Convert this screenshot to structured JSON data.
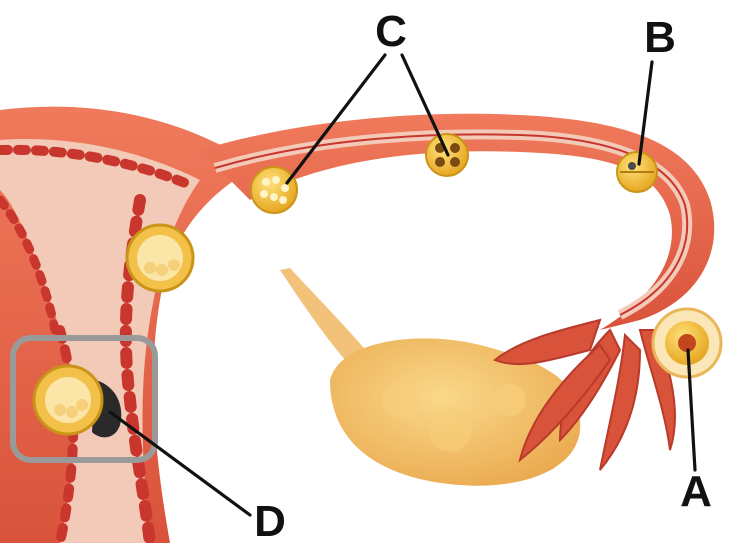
{
  "labels": {
    "a": "A",
    "b": "B",
    "c": "C",
    "d": "D"
  },
  "colors": {
    "tissue": "#e8644a",
    "tissue_dark": "#b83a2a",
    "lumen": "#f4c7b5",
    "lining": "#c8362e",
    "ovary": "#f1b85a",
    "embryo": "#f2b31c",
    "highlight_box": "#9a9a9a"
  },
  "icons": {
    "a": "oocyte-with-corona-icon",
    "b": "two-cell-zygote-icon",
    "c1": "morula-icon",
    "c2": "four-cell-embryo-icon",
    "blastocyst": "blastocyst-icon",
    "d": "implanting-blastocyst-icon"
  }
}
